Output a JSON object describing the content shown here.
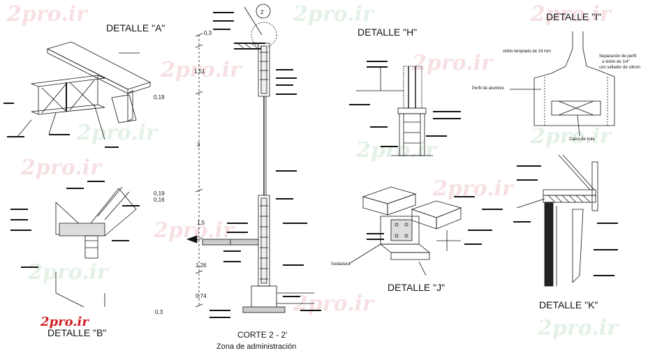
{
  "details": {
    "a": "DETALLE \"A\"",
    "b": "DETALLE \"B\"",
    "h": "DETALLE \"H\"",
    "i": "DETALLE \"I\"",
    "j": "DETALLE \"J\"",
    "k": "DETALLE \"K\""
  },
  "section": {
    "title": "CORTE 2 - 2'",
    "subtitle": "Zona de administración",
    "marker": "2"
  },
  "dimensions": [
    "0,3",
    "1,51",
    "0,19",
    "3",
    "0,19",
    "0,16",
    "1,5",
    "1,26",
    "0,74",
    "0,3"
  ],
  "detail_i_notes": {
    "glass": "vidrio templado de 19 mm",
    "separation": "Separación de perfil",
    "separation2": "a vidrio de 1/4\"",
    "separation3": "con sellador de silicón",
    "profile": "Perfil de aluminio",
    "rubber": "Calza de hule"
  },
  "detail_j_note": "Soldadura",
  "watermark": "2pro.ir",
  "logo": "2pro.ir"
}
